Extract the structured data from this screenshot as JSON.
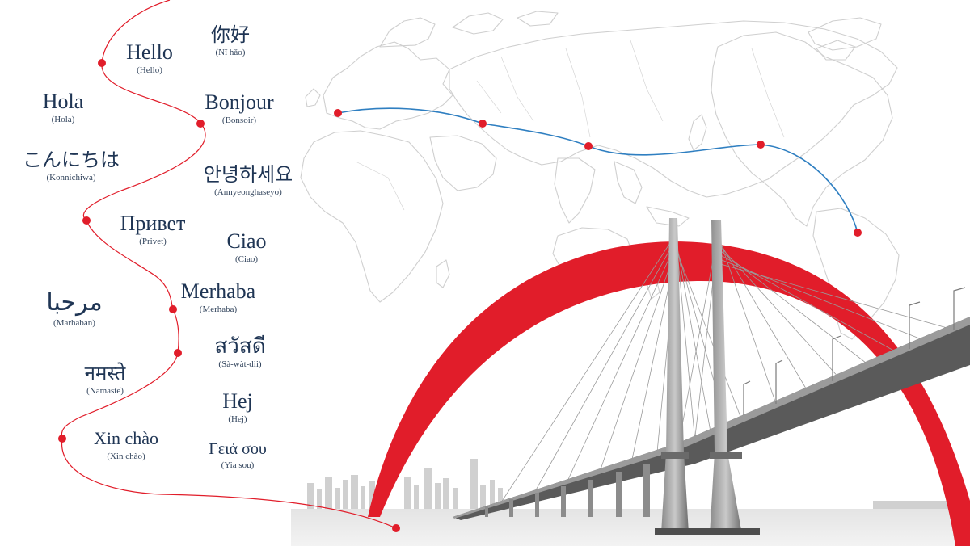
{
  "greetings": [
    {
      "word": "Hello",
      "translit": "(Hello)"
    },
    {
      "word": "你好",
      "translit": "(Nǐ hǎo)"
    },
    {
      "word": "Hola",
      "translit": "(Hola)"
    },
    {
      "word": "Bonjour",
      "translit": "(Bonsoir)"
    },
    {
      "word": "こんにちは",
      "translit": "(Konnichiwa)"
    },
    {
      "word": "안녕하세요",
      "translit": "(Annyeonghaseyo)"
    },
    {
      "word": "Привет",
      "translit": "(Privet)"
    },
    {
      "word": "Ciao",
      "translit": "(Ciao)"
    },
    {
      "word": "Merhaba",
      "translit": "(Merhaba)"
    },
    {
      "word": "مرحبا",
      "translit": "(Marhaban)"
    },
    {
      "word": "สวัสดี",
      "translit": "(Sà-wàt-dii)"
    },
    {
      "word": "नमस्ते",
      "translit": "(Namaste)"
    },
    {
      "word": "Hej",
      "translit": "(Hej)"
    },
    {
      "word": "Xin chào",
      "translit": "(Xin chào)"
    },
    {
      "word": "Γειά σου",
      "translit": "(Yia sou)"
    }
  ],
  "colors": {
    "accent_red": "#e11d2a",
    "route_blue": "#2f7fc1",
    "text_navy": "#1f3554",
    "map_line": "#cfcfcf"
  },
  "icons": {
    "map": "world-map-outline",
    "bridge": "cable-stayed-bridge",
    "arc": "red-arc-swoosh"
  }
}
